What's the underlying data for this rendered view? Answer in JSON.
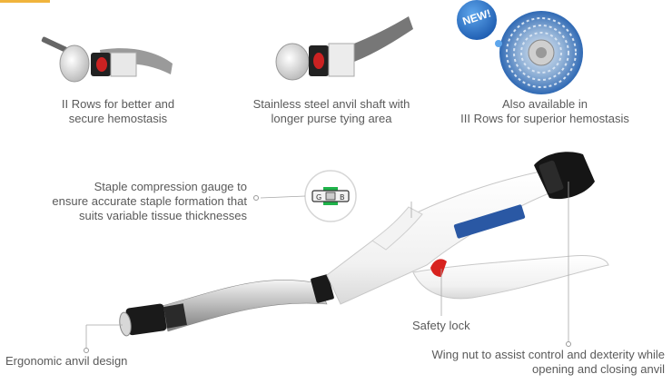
{
  "colors": {
    "accent": "#f0b43c",
    "new_badge": "#2b73c9",
    "gauge_green": "#1fb34a",
    "safety_red": "#d8221e",
    "label_text": "#5a5a5a"
  },
  "features": [
    {
      "icon": "anvil-two-rows-image",
      "line1": "II Rows for better and",
      "line2": "secure hemostasis"
    },
    {
      "icon": "anvil-shaft-image",
      "line1": "Stainless steel anvil shaft with",
      "line2": "longer purse tying area"
    },
    {
      "icon": "anvil-three-rows-image",
      "line1": "Also available in",
      "line2": "III Rows for superior hemostasis"
    }
  ],
  "badge": {
    "text": "NEW!"
  },
  "callouts": {
    "gauge": {
      "line1": "Staple compression gauge to",
      "line2": "ensure accurate staple formation that",
      "line3": "suits variable tissue thicknesses"
    },
    "safety_lock": "Safety lock",
    "anvil_design": "Ergonomic anvil design",
    "wing_nut": {
      "line1": "Wing nut to assist control and dexterity while",
      "line2": "opening and closing anvil"
    }
  }
}
